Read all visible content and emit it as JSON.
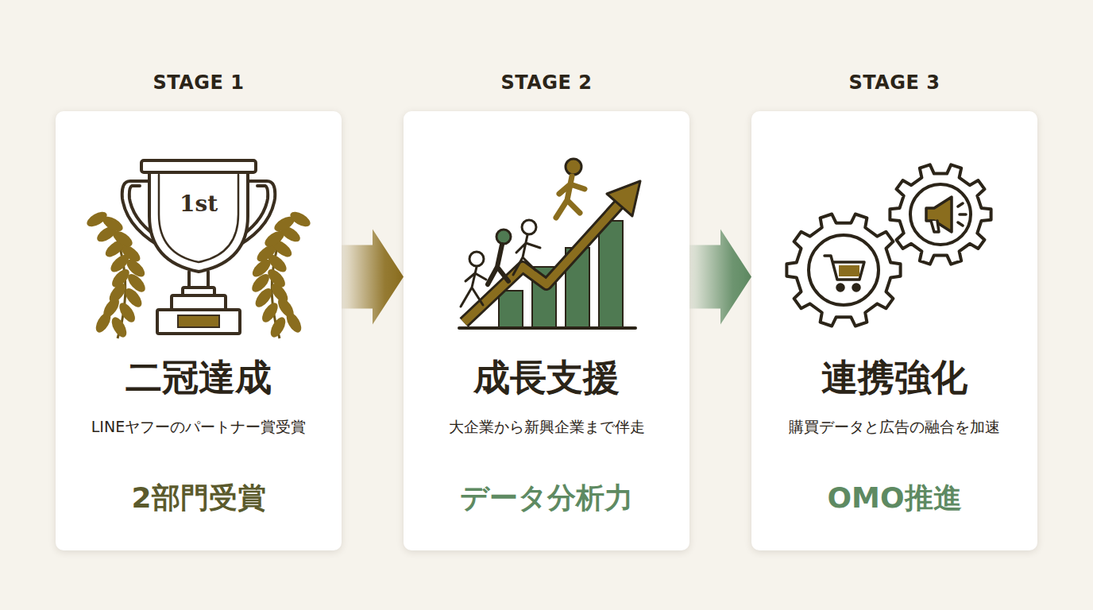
{
  "diagram": {
    "nodes": [
      {
        "text": [
          "STAGE 1",
          "二冠達成",
          "LINEヤフーのパートナー賞受賞",
          "2部門受賞"
        ]
      },
      {
        "text": [
          "STAGE 2",
          "成長支援",
          "大企業から新興企業まで伴走",
          "データ分析力"
        ]
      },
      {
        "text": [
          "STAGE 3",
          "連携強化",
          "購買データと広告の融合を加速",
          "OMO推進"
        ]
      }
    ],
    "edges": [
      {
        "from": 0,
        "to": 1,
        "arrow": "to"
      },
      {
        "from": 1,
        "to": 2,
        "arrow": "to"
      }
    ],
    "labels": [
      "1st"
    ]
  }
}
